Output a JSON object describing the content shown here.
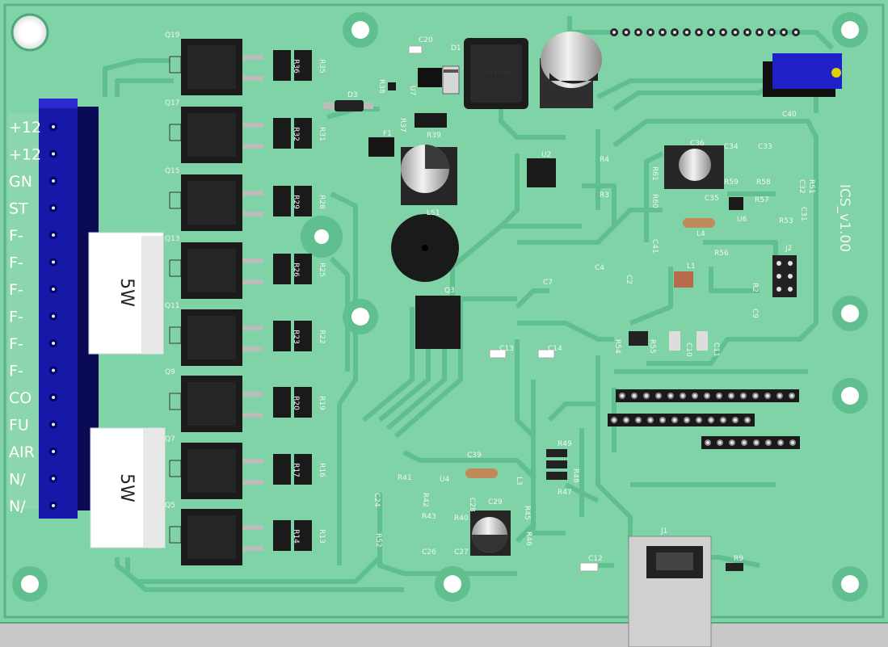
{
  "board": {
    "version_label": "ICS_v1.00",
    "inductor_marking": "Marking",
    "power_resistors": [
      {
        "id": "res-top",
        "value_label": "5W"
      },
      {
        "id": "res-bottom",
        "value_label": "5W"
      }
    ],
    "terminal_labels": [
      "+12",
      "+12",
      "GN",
      "ST",
      "F-",
      "F-",
      "F-",
      "F-",
      "F-",
      "F-",
      "CO",
      "FU",
      "AIR",
      "N/",
      "N/"
    ],
    "mosfets": [
      "Q19",
      "Q17",
      "Q15",
      "Q13",
      "Q11",
      "Q9",
      "Q7",
      "Q5"
    ],
    "mosfet_resistor_pairs": [
      [
        "R36",
        "R35"
      ],
      [
        "R32",
        "R31"
      ],
      [
        "R29",
        "R28"
      ],
      [
        "R26",
        "R25"
      ],
      [
        "R23",
        "R22"
      ],
      [
        "R20",
        "R19"
      ],
      [
        "R17",
        "R16"
      ],
      [
        "R14",
        "R13"
      ]
    ],
    "components": {
      "c20": "C20",
      "d1": "D1",
      "d3": "D3",
      "r38": "R38",
      "u7": "U7",
      "r37": "R37",
      "f1": "F1",
      "r39": "R39",
      "u2": "U2",
      "r4": "R4",
      "r3": "R3",
      "ls1": "LS1",
      "q3": "Q3",
      "c13": "C13",
      "c14": "C14",
      "c36": "C36",
      "c34": "C34",
      "c33": "C33",
      "r61": "R61",
      "r60": "R60",
      "r59": "R59",
      "r58": "R58",
      "r51": "R51",
      "c32": "C32",
      "c35": "C35",
      "r57": "R57",
      "u6": "U6",
      "r53": "R53",
      "c31": "C31",
      "l4": "L4",
      "r56": "R56",
      "c41": "C41",
      "c4": "C4",
      "c2": "C2",
      "c7": "C7",
      "l1": "L1",
      "j2": "J2",
      "r2": "R2",
      "c9": "C9",
      "r54": "R54",
      "r55": "R55",
      "c10": "C10",
      "c11": "C11",
      "c40": "C40",
      "r49": "R49",
      "r48": "R48",
      "r47": "R47",
      "c39": "C39",
      "r41": "R41",
      "r42": "R42",
      "u4": "U4",
      "l3": "L3",
      "c28": "C28",
      "c24": "C24",
      "c29": "C29",
      "r43": "R43",
      "r40": "R40",
      "r45": "R45",
      "r46": "R46",
      "c26": "C26",
      "c27": "C27",
      "r52": "R52",
      "c12": "C12",
      "j1": "J1",
      "r9": "R9"
    }
  }
}
